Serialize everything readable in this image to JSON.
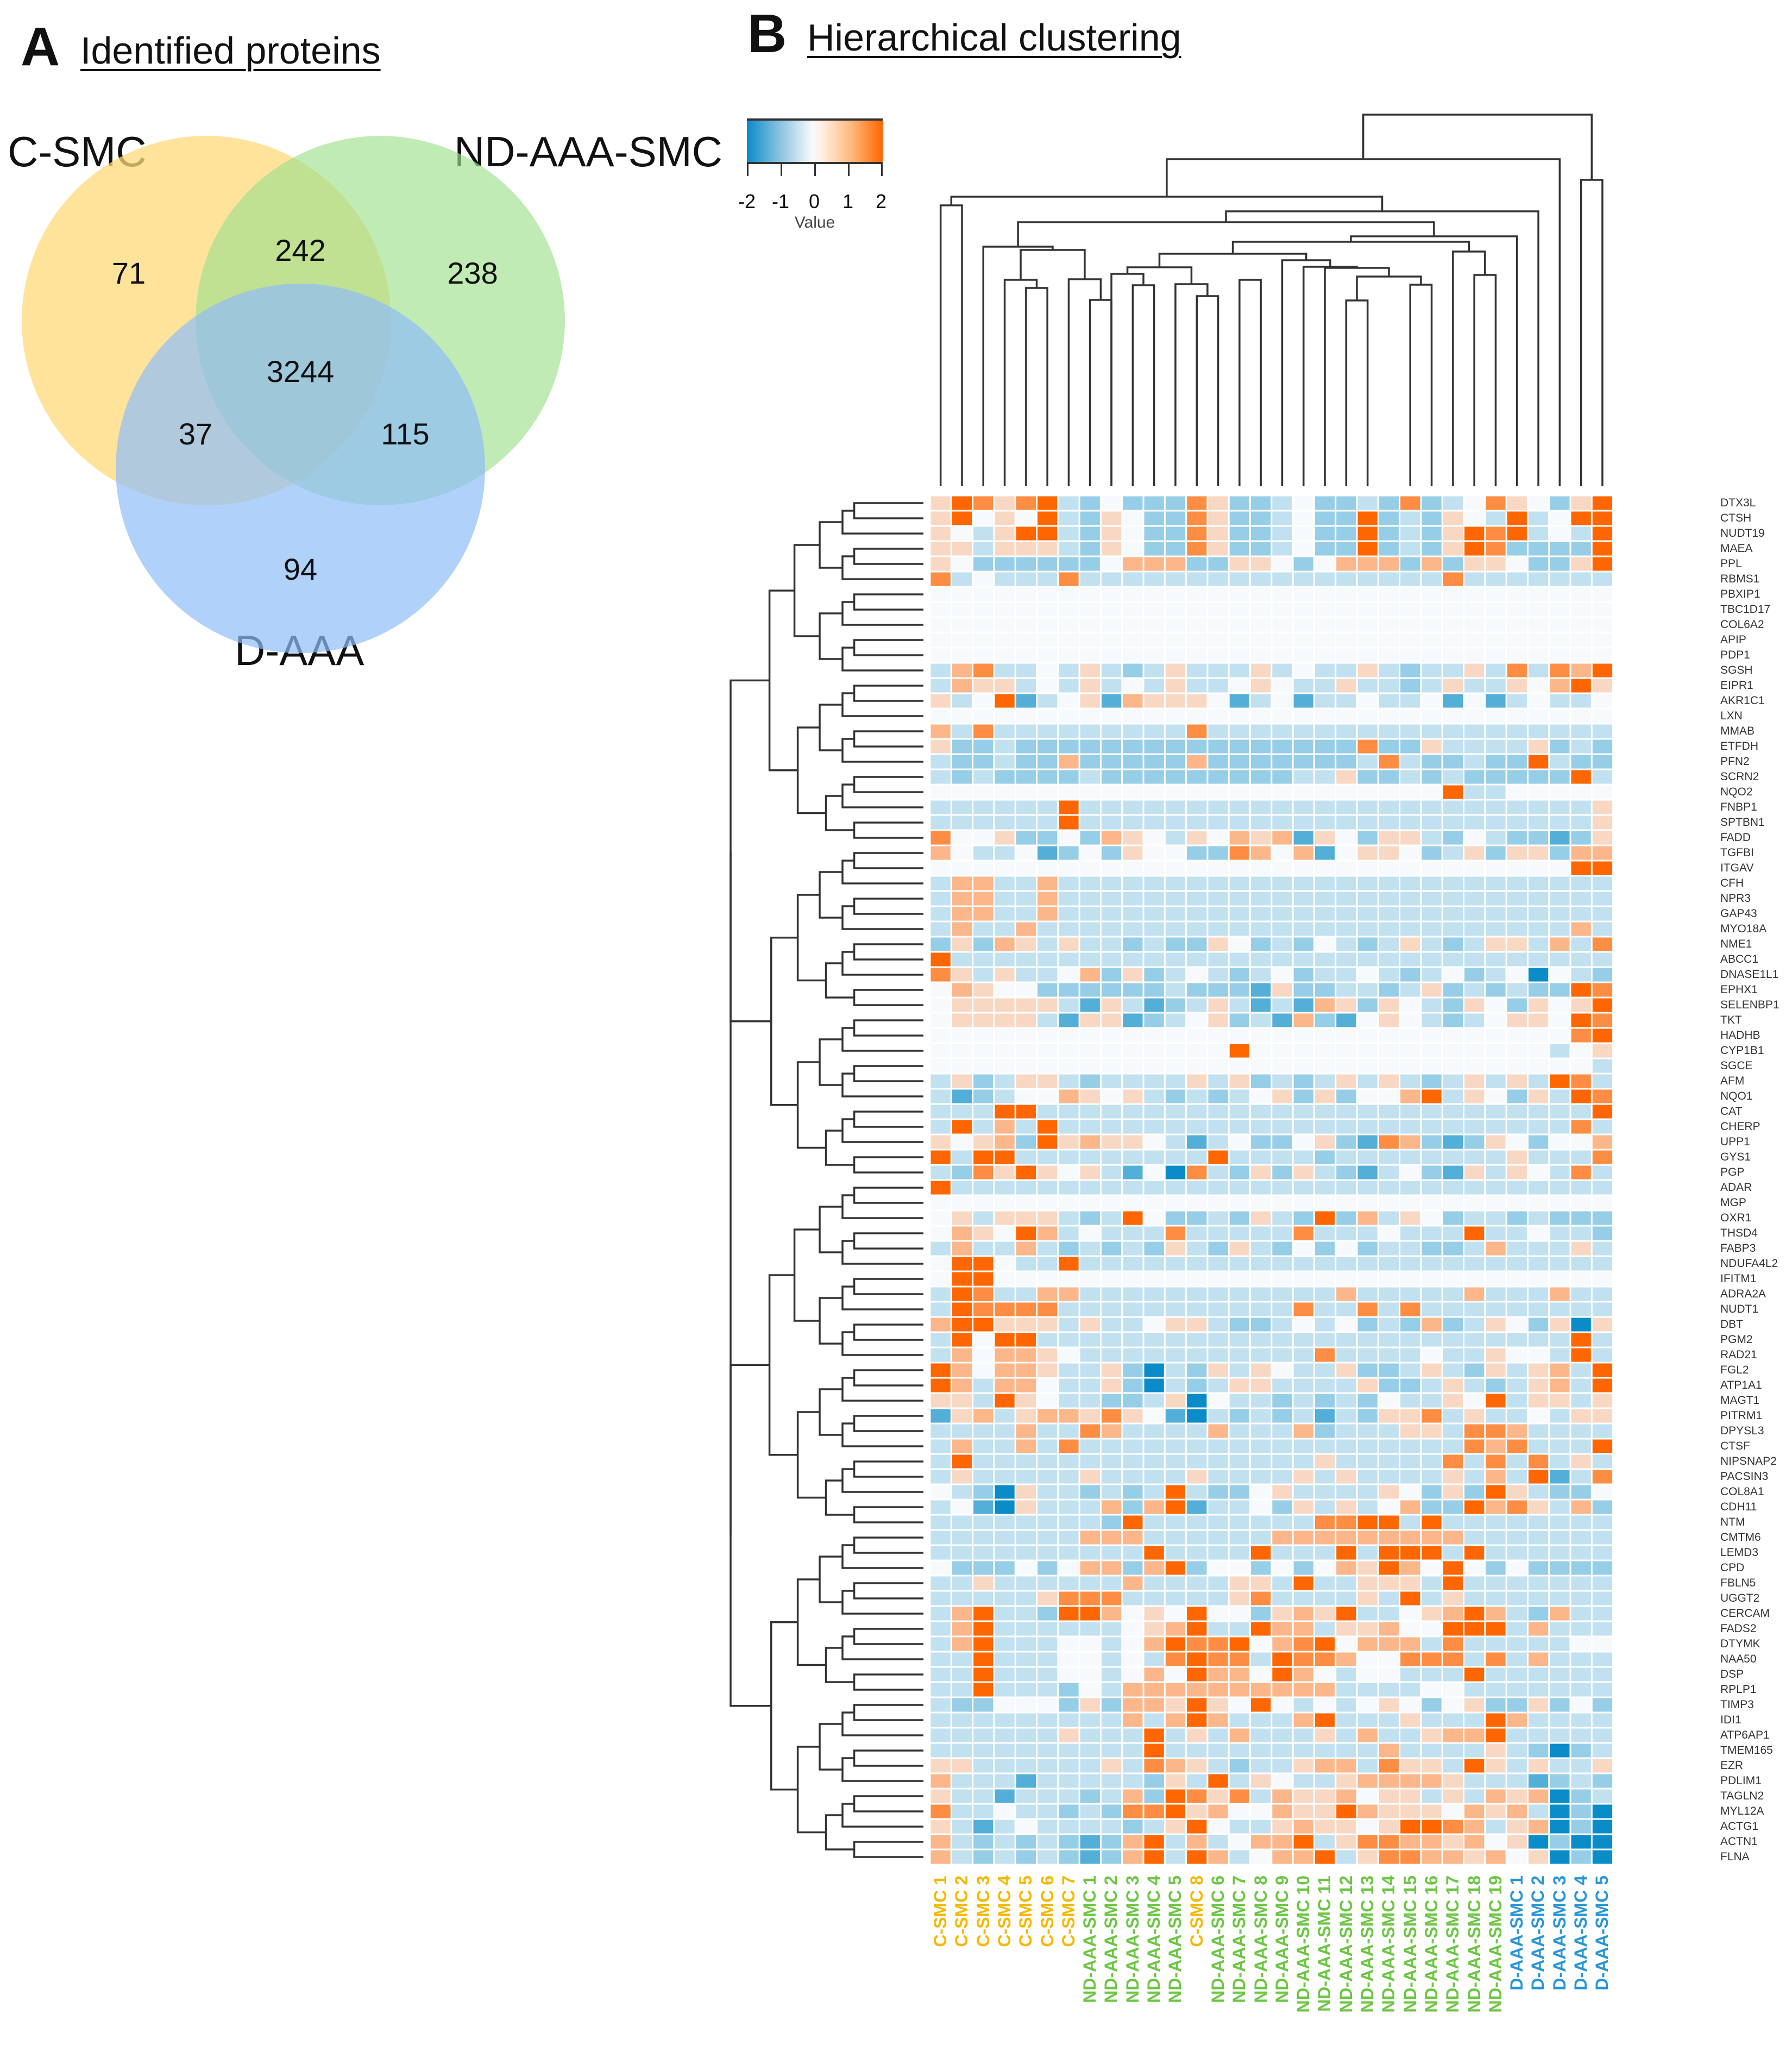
{
  "panel_a": {
    "letter": "A",
    "title": "Identified proteins",
    "sets": [
      {
        "name": "C-SMC",
        "color": "#FFE08A"
      },
      {
        "name": "ND-AAA-SMC",
        "color": "#A8E59A"
      },
      {
        "name": "D-AAA",
        "color": "#8DBDF7"
      }
    ],
    "regions": {
      "c_only": "71",
      "c_nd": "242",
      "nd_only": "238",
      "all_three": "3244",
      "c_d": "37",
      "nd_d": "115",
      "d_only": "94"
    }
  },
  "panel_b": {
    "letter": "B",
    "title": "Hierarchical clustering",
    "legend": {
      "ticks": [
        "-2",
        "-1",
        "0",
        "1",
        "2"
      ],
      "label": "Value",
      "low_color": "#0A8CC8",
      "mid_color": "#F7FAFD",
      "high_color": "#FF6600"
    }
  },
  "chart_data": [
    {
      "type": "venn",
      "title": "Identified proteins",
      "sets": [
        "C-SMC",
        "ND-AAA-SMC",
        "D-AAA"
      ],
      "values": {
        "C-SMC only": 71,
        "ND-AAA-SMC only": 238,
        "D-AAA only": 94,
        "C-SMC & ND-AAA-SMC": 242,
        "C-SMC & D-AAA": 37,
        "ND-AAA-SMC & D-AAA": 115,
        "all three": 3244
      }
    },
    {
      "type": "heatmap",
      "title": "Hierarchical clustering",
      "legend_title": "Value",
      "value_range": [
        -2,
        2
      ],
      "colorscale": [
        "#0A8CC8",
        "#F7FAFD",
        "#FF6600"
      ],
      "level_key": {
        "A": -2,
        "B": -1.3,
        "b": -0.7,
        "c": -0.35,
        ".": 0,
        "d": 0.35,
        "e": 0.8,
        "E": 1.4,
        "F": 2
      },
      "columns": [
        {
          "label": "C-SMC 1",
          "group": "C-SMC"
        },
        {
          "label": "C-SMC 2",
          "group": "C-SMC"
        },
        {
          "label": "C-SMC 3",
          "group": "C-SMC"
        },
        {
          "label": "C-SMC 4",
          "group": "C-SMC"
        },
        {
          "label": "C-SMC 5",
          "group": "C-SMC"
        },
        {
          "label": "C-SMC 6",
          "group": "C-SMC"
        },
        {
          "label": "C-SMC 7",
          "group": "C-SMC"
        },
        {
          "label": "ND-AAA-SMC 1",
          "group": "ND-AAA-SMC"
        },
        {
          "label": "ND-AAA-SMC 2",
          "group": "ND-AAA-SMC"
        },
        {
          "label": "ND-AAA-SMC 3",
          "group": "ND-AAA-SMC"
        },
        {
          "label": "ND-AAA-SMC 4",
          "group": "ND-AAA-SMC"
        },
        {
          "label": "ND-AAA-SMC 5",
          "group": "ND-AAA-SMC"
        },
        {
          "label": "C-SMC 8",
          "group": "C-SMC"
        },
        {
          "label": "ND-AAA-SMC 6",
          "group": "ND-AAA-SMC"
        },
        {
          "label": "ND-AAA-SMC 7",
          "group": "ND-AAA-SMC"
        },
        {
          "label": "ND-AAA-SMC 8",
          "group": "ND-AAA-SMC"
        },
        {
          "label": "ND-AAA-SMC 9",
          "group": "ND-AAA-SMC"
        },
        {
          "label": "ND-AAA-SMC 10",
          "group": "ND-AAA-SMC"
        },
        {
          "label": "ND-AAA-SMC 11",
          "group": "ND-AAA-SMC"
        },
        {
          "label": "ND-AAA-SMC 12",
          "group": "ND-AAA-SMC"
        },
        {
          "label": "ND-AAA-SMC 13",
          "group": "ND-AAA-SMC"
        },
        {
          "label": "ND-AAA-SMC 14",
          "group": "ND-AAA-SMC"
        },
        {
          "label": "ND-AAA-SMC 15",
          "group": "ND-AAA-SMC"
        },
        {
          "label": "ND-AAA-SMC 16",
          "group": "ND-AAA-SMC"
        },
        {
          "label": "ND-AAA-SMC 17",
          "group": "ND-AAA-SMC"
        },
        {
          "label": "ND-AAA-SMC 18",
          "group": "ND-AAA-SMC"
        },
        {
          "label": "ND-AAA-SMC 19",
          "group": "ND-AAA-SMC"
        },
        {
          "label": "D-AAA-SMC 1",
          "group": "D-AAA-SMC"
        },
        {
          "label": "D-AAA-SMC 2",
          "group": "D-AAA-SMC"
        },
        {
          "label": "D-AAA-SMC 3",
          "group": "D-AAA-SMC"
        },
        {
          "label": "D-AAA-SMC 4",
          "group": "D-AAA-SMC"
        },
        {
          "label": "D-AAA-SMC 5",
          "group": "D-AAA-SMC"
        }
      ],
      "group_colors": {
        "C-SMC": "#F5B800",
        "ND-AAA-SMC": "#6CC644",
        "D-AAA-SMC": "#2A95D5"
      },
      "rows": [
        {
          "gene": "DTX3L",
          "v": "dFEdEFcb.bbbEdbbc.bbcbEbc.Ed.bdFFb."
        },
        {
          "gene": "CTSH",
          "v": "dF.d.Fcbd.bbEdbbc.bbFbcbd.cFc.FFb."
        },
        {
          "gene": "NUDT19",
          "v": "d.cdFFcbd.bbEdbbc.bbFbcbdFEFc.cFb."
        },
        {
          "gene": "MAEA",
          "v": "ddcdddcbd.bbEdbbc.bbFbcbdFEbbbbFb."
        },
        {
          "gene": "PPL",
          "v": "d.bbbbbb.eeebbdd.b.eeebebdd.bbdFed"
        },
        {
          "gene": "RBMS1",
          "v": "Ec.cccEcccccccccccccccccEcccccccFcE"
        },
        {
          "gene": "PBXIP1",
          "v": "..................................FF"
        },
        {
          "gene": "TBC1D17",
          "v": "..................................FF"
        },
        {
          "gene": "COL6A2",
          "v": "..................................FF"
        },
        {
          "gene": "APIP",
          "v": "..................................FF"
        },
        {
          "gene": "PDP1",
          "v": "..................................FF"
        },
        {
          "gene": "SGSH",
          "v": "ceEcc.cdcbcdcccdc.ccdcbccdcEcEeFE"
        },
        {
          "gene": "EIPR1",
          "v": "ceddc.cdc.cdcc.d.ccdccbcdccd.eFd"
        },
        {
          "gene": "AKR1C1",
          "v": "dc.FBc.dBeddd.Bc.Bcc.cc.B.Bc.cc.cF"
        },
        {
          "gene": "LXN",
          "v": "................................F.F"
        },
        {
          "gene": "MMAB",
          "v": "ecEcccccccccEccccccccccccccccccccFF"
        },
        {
          "gene": "ETFDH",
          "v": "dbbcbbbbbbbbbbbbbbbbEbbdccccdbcbeFF"
        },
        {
          "gene": "PFN2",
          "v": "cbbcbbebbbbbebbbbbbbcEcbbcbbFcbbeFF"
        },
        {
          "gene": "SCRN2",
          "v": "cbcbbbbcbbbbbbbbbccdbbcbcbbbbbFcF"
        },
        {
          "gene": "NQO2",
          "v": "........................Fcc......dF"
        },
        {
          "gene": "FNBP1",
          "v": "ccccccFccccccccccccccccccccccccdccF"
        },
        {
          "gene": "SPTBN1",
          "v": "ccccccFccccccccccccccccccccccccdccF"
        },
        {
          "gene": "FADD",
          "v": "E..dbb.bed.cd.edeBd.bddcb.cbbBbd.cEF"
        },
        {
          "gene": "TGFBI",
          "v": "e.cc.Bb.bd..bbEe.eB.dd.bcdbddbeeEF"
        },
        {
          "gene": "ITGAV",
          "v": "..............................FF"
        },
        {
          "gene": "CFH",
          "v": "ceecceccccccccccccccccccccccccccEF"
        },
        {
          "gene": "NPR3",
          "v": "ceecceccccccccccccccccccccccccccEF"
        },
        {
          "gene": "GAP43",
          "v": "ceecceccccccccccccccccccccccccccEF"
        },
        {
          "gene": "MYO18A",
          "v": "ceccecccccccccccccccccccccccccecEF"
        },
        {
          "gene": "NME1",
          "v": "bdbedcdccbcbbd.bcb.cbcdcbcddcecEF"
        },
        {
          "gene": "ABCC1",
          "v": "Fccccccccccccccccccccccccccccccc.EF"
        },
        {
          "gene": "DNASE1L1",
          "v": "Edcdcc.ebdbc.cbc.bcc.cbc.bc.A.cb.EF"
        },
        {
          "gene": "EPHX1",
          "v": ".ed..bbbbbbcbbbBdbbccbcdbcbcbbFEF"
        },
        {
          "gene": "SELENBP1",
          "v": ".dddddcBdcBbcdcBcBedbd.cbd.bd.dFEF"
        },
        {
          "gene": "TKT",
          "v": ".ddddcBddBbc.dbcBebB.d.cbc.dd.FEF"
        },
        {
          "gene": "HADHB",
          "v": "..............................EF"
        },
        {
          "gene": "CYP1B1",
          "v": "..............F..............c.d"
        },
        {
          "gene": "SGCE",
          "v": "...............................c.d"
        },
        {
          "gene": "AFM",
          "v": "cdbcddcbccccdcdbcbcdcdcbcdcdcFEcd"
        },
        {
          "gene": "NQO1",
          "v": "cBbc..ed.dcbcbc.dbdb..eFcd.bdcFEcd"
        },
        {
          "gene": "CAT",
          "v": "cccFFccccccccccccccccccccccccccFFcc"
        },
        {
          "gene": "CHERP",
          "v": "cFcecFccccccccccccccccccccccccEccc"
        },
        {
          "gene": "UPP1",
          "v": "d.debFdedd.cBc.bb.dbBEebBbd.b..eb.b"
        },
        {
          "gene": "GYS1",
          "v": "FcFFcccccccccFccccbccccccccdcccEcc"
        },
        {
          "gene": "PGP",
          "v": "cbEdFd.dcB.AEcbdbdcbBc.bBdcd.cEcbd"
        },
        {
          "gene": "ADAR",
          "v": "Fcccccccccccccccccccccccccccccccece"
        },
        {
          "gene": "MGP",
          "v": "..................................de."
        },
        {
          "gene": "OXR1",
          "v": ".dcdddcbcF.bbcbdcbFbecd.bccbcbbbbbcbc"
        },
        {
          "gene": "THSD4",
          "v": ".ed.Fec.cccEcccccEccc.cccFcc.ccbcc"
        },
        {
          "gene": "FABP3",
          "v": "ceccecbcbcbdcbdcb.b.bccbbcecccdcb"
        },
        {
          "gene": "NDUFA4L2",
          "v": ".FF.ccFcccccccccccccccccccccccccc"
        },
        {
          "gene": "IFITM1",
          "v": ".FF..............................."
        },
        {
          "gene": "ADRA2A",
          "v": "cFEcceeccccccccccccecccccecccecc"
        },
        {
          "gene": "NUDT1",
          "v": "cFEEEEcccccccccccEccEcEccccccccc"
        },
        {
          "gene": "DBT",
          "v": "eFFdddcdcc.ddcbbc.c.bcbebcd.bdAd."
        },
        {
          "gene": "PGM2",
          "v": "cF.FFcccccccccccccccccccccccccFcF"
        },
        {
          "gene": "RAD21",
          "v": "ce.eed.cccccccccccEcccc.ccd..cFcF"
        },
        {
          "gene": "FGL2",
          "v": "Fe.eedccdbAcbdcd.ccdbbcdcbdcdecF"
        },
        {
          "gene": "ATP1A1",
          "v": "Fecee.ccdbAcbcddccccdbbcdcbcdecF"
        },
        {
          "gene": "MAGT1",
          "v": "ddcFd.ccbbcdA.ccbcbcb.ccd.Fcddcded"
        },
        {
          "gene": "PITRM1",
          "v": "BdecdeedEd.BAcbcbcBcbddEcdcc.cddeF"
        },
        {
          "gene": "DPYSL3",
          "v": "cccceccEeccccecccebcccddcEEeccccec"
        },
        {
          "gene": "CTSF",
          "v": "ceccecEccccccccccccccccccEeEcccFcc"
        },
        {
          "gene": "NIPSNAP2",
          "v": "cFccccccccccccccccdcccccEcEcEcdcEd"
        },
        {
          "gene": "PACSIN3",
          "v": "cdcccccdccccdccccdcdccccdcecFBcEb"
        },
        {
          "gene": "COL8A1",
          "v": ".cbAdccbcbcFcbb.dccccd.bdbFdcbb.cbc"
        },
        {
          "gene": "CDH11",
          "v": "c.BAdcccebeFBcc.bdcdc.ebbFeEdcebcc"
        },
        {
          "gene": "NTM",
          "v": "ccccccccbFccccccccEEFFcFcccccccc"
        },
        {
          "gene": "CMTM6",
          "v": "ccccccceeecccccceeeeeeeeeccccccccc"
        },
        {
          "gene": "LEMD3",
          "v": "ccccccccccFccccFcccFcFFFcFcccccccc"
        },
        {
          "gene": "CPD",
          "v": ".bbb.b.eebeFb..b.b.edFe.F.b.bbbbb"
        },
        {
          "gene": "FBLN5",
          "v": "ccdcccccceccccddcFccdddcFcccccccc"
        },
        {
          "gene": "UGGT2",
          "v": "cccccdEEEcccccdEccccdcFcdcccccccc"
        },
        {
          "gene": "CERCAM",
          "v": "ceFccbFFe.d.F..bdedFcc.deFecbeccc"
        },
        {
          "gene": "FADS2",
          "v": "ceFcccccc.deFccFeecdde..FFFceccccc"
        },
        {
          "gene": "DTYMK",
          "v": "ceFccc..c.eFEEF.eEF.eeecEccccc"
        },
        {
          "gene": "NAA50",
          "v": "ccFccc..c.cEFEEcFEEe..EEEcEceccccc"
        },
        {
          "gene": "DSP",
          "v": "ccFccc..c.e.Fee.Fe.c..cccFcccccc"
        },
        {
          "gene": "RPLP1",
          "v": "ccFcccb.ceeeeeeeeeecccc..ccccccc"
        },
        {
          "gene": "TIMP3",
          "v": "cbb...bdbeedFd.F.c.c.d.b.dbbdb.bbB"
        },
        {
          "gene": "IDI1",
          "v": "ccccccccceceFeccceFcccdcccFeccccccc"
        },
        {
          "gene": "ATP6AP1",
          "v": "ccccccdcccFcdcecccdceccdeeFccccccc"
        },
        {
          "gene": "TMEM165",
          "v": "ccccccccccFcccccccccceccccdcbAbcAB"
        },
        {
          "gene": "EZR",
          "v": "ddccccccdcEedcbccdeecEddcFdcdccdcAB"
        },
        {
          "gene": "PDLIM1",
          "v": "ecccBcccccbdcFcd.ccdeeeedcccBbcb"
        },
        {
          "gene": "TAGLN2",
          "v": "dccBcccbcebFEdEcedde.ddcdcedeAbcA"
        },
        {
          "gene": "MYL12A",
          "v": "Ecc.ccbcbEEFde..eddFeddd.edecAbA"
        },
        {
          "gene": "ACTG1",
          "v": "dcBc.ccccbcdF.ccdedd.dFFEecdeAbA"
        },
        {
          "gene": "ACTN1",
          "v": "ecbcbcbBbeFcec.eeFcdEEeede.dAbAA"
        },
        {
          "gene": "FLNA",
          "v": "ecbcbcbBbeFcFec.eeFcdEEeede.dAbAA"
        }
      ]
    }
  ]
}
